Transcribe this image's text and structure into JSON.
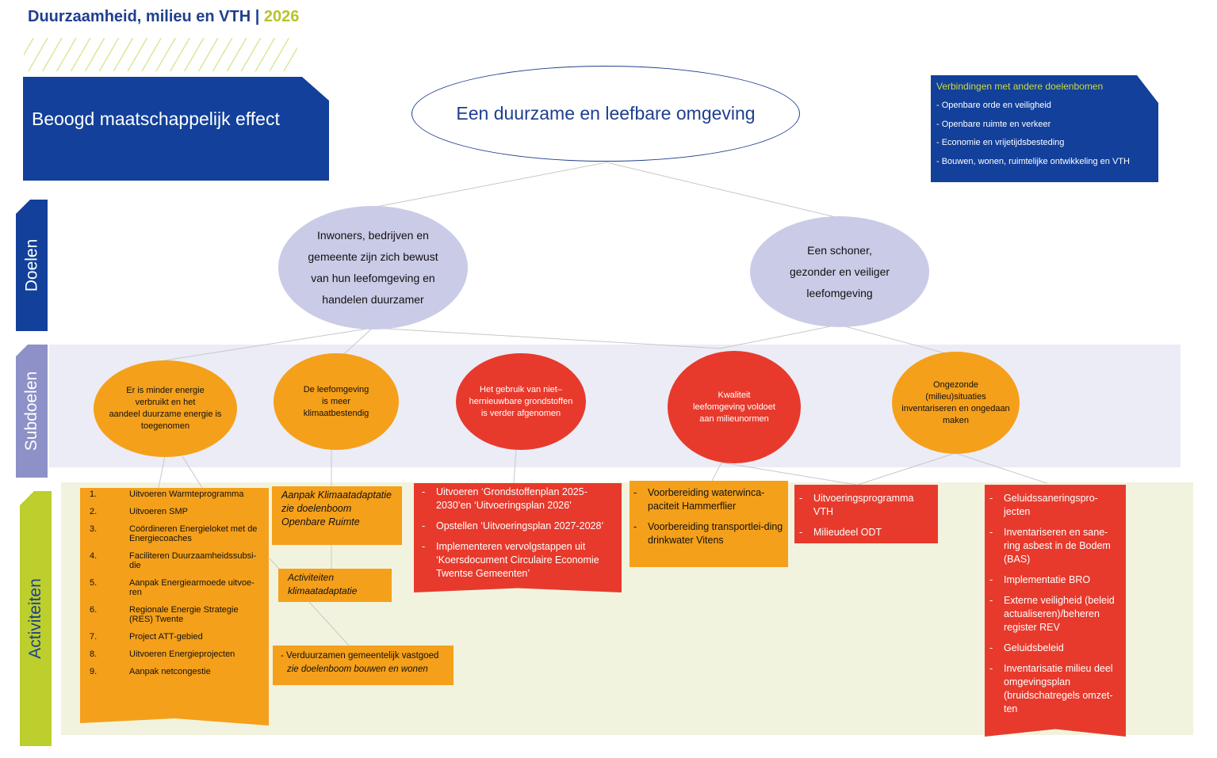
{
  "header": {
    "title": "Duurzaamheid, milieu en VTH",
    "separator": " | ",
    "year": "2026"
  },
  "effect_label": "Beoogd maatschappelijk effect",
  "main_goal": "Een duurzame en leefbare omgeving",
  "links": {
    "title": "Verbindingen met andere doelenbomen",
    "items": [
      "- Openbare orde en veiligheid",
      "- Openbare ruimte en verkeer",
      "- Economie en vrijetijdsbesteding",
      "- Bouwen, wonen, ruimtelijke ontwikkeling en VTH"
    ]
  },
  "row_labels": {
    "doelen": "Doelen",
    "subdoelen": "Subdoelen",
    "activiteiten": "Activiteiten"
  },
  "doelen": [
    {
      "lines": [
        "Inwoners, bedrijven en",
        "gemeente zijn zich bewust",
        "van hun leefomgeving en",
        "handelen duurzamer"
      ]
    },
    {
      "lines": [
        "Een schoner,",
        "gezonder en veiliger",
        "leefomgeving"
      ]
    }
  ],
  "subdoelen": [
    {
      "color": "#f5a01a",
      "lines": [
        "Er is minder energie",
        "verbruikt en het",
        "aandeel duurzame energie is",
        "toegenomen"
      ]
    },
    {
      "color": "#f5a01a",
      "lines": [
        "De leefomgeving",
        "is meer",
        "klimaatbestendig"
      ]
    },
    {
      "color": "#e73a2c",
      "lines": [
        "Het gebruik van niet–",
        "hernieuwbare grondstoffen",
        "is verder afgenomen"
      ]
    },
    {
      "color": "#e73a2c",
      "lines": [
        "Kwaliteit",
        "leefomgeving voldoet",
        "aan milieunormen"
      ]
    },
    {
      "color": "#f5a01a",
      "lines": [
        "Ongezonde",
        "(milieu)situaties",
        "inventariseren en ongedaan",
        "maken"
      ]
    }
  ],
  "activities": {
    "energy": [
      {
        "num": "1.",
        "text": "Uitvoeren Warmteprogramma"
      },
      {
        "num": "2.",
        "text": "Uitvoeren SMP"
      },
      {
        "num": "3.",
        "text": "Coördineren Energieloket met de Energiecoaches"
      },
      {
        "num": "4.",
        "text": "Faciliteren Duurzaamheidssubsi-die"
      },
      {
        "num": "5.",
        "text": "Aanpak Energiearmoede uitvoe-ren"
      },
      {
        "num": "6.",
        "text": "Regionale Energie Strategie (RES) Twente"
      },
      {
        "num": "7.",
        "text": "Project ATT-gebied"
      },
      {
        "num": "8.",
        "text": "Uitvoeren Energieprojecten"
      },
      {
        "num": "9.",
        "text": "Aanpak netcongestie"
      }
    ],
    "klimaat_ref": [
      "Aanpak Klimaatadaptatie",
      "zie doelenboom",
      "Openbare Ruimte"
    ],
    "klimaat_act": [
      "Activiteiten",
      "klimaatadaptatie"
    ],
    "vastgoed": {
      "line1": "- Verduurzamen gemeentelijk vastgoed",
      "line2": "zie doelenboom bouwen en wonen"
    },
    "grondstoffen": [
      "Uitvoeren ‘Grondstoffenplan 2025-2030’en ‘Uitvoeringsplan 2026’",
      "Opstellen ‘Uitvoeringsplan 2027-2028’",
      "Implementeren vervolgstappen uit ‘Koersdocument Circulaire Economie Twentse Gemeenten’"
    ],
    "water": [
      "Voorbereiding waterwinca-paciteit Hammerflier",
      "Voorbereiding transportlei-ding drinkwater Vitens"
    ],
    "vth": [
      "Uitvoeringsprogramma VTH",
      "Milieudeel ODT"
    ],
    "geluid": [
      "Geluidssaneringspro-jecten",
      "Inventariseren en sane-ring asbest in de Bodem (BAS)",
      "Implementatie BRO",
      "Externe veiligheid (beleid actualiseren)/beheren register REV",
      "Geluidsbeleid",
      "Inventarisatie milieu deel omgevingsplan (bruidschatregels omzet-ten"
    ]
  },
  "colors": {
    "dark_blue": "#12409a",
    "lavender": "#cacbe7",
    "orange": "#f5a01a",
    "red": "#e73a2c",
    "lime": "#b5c42a"
  }
}
